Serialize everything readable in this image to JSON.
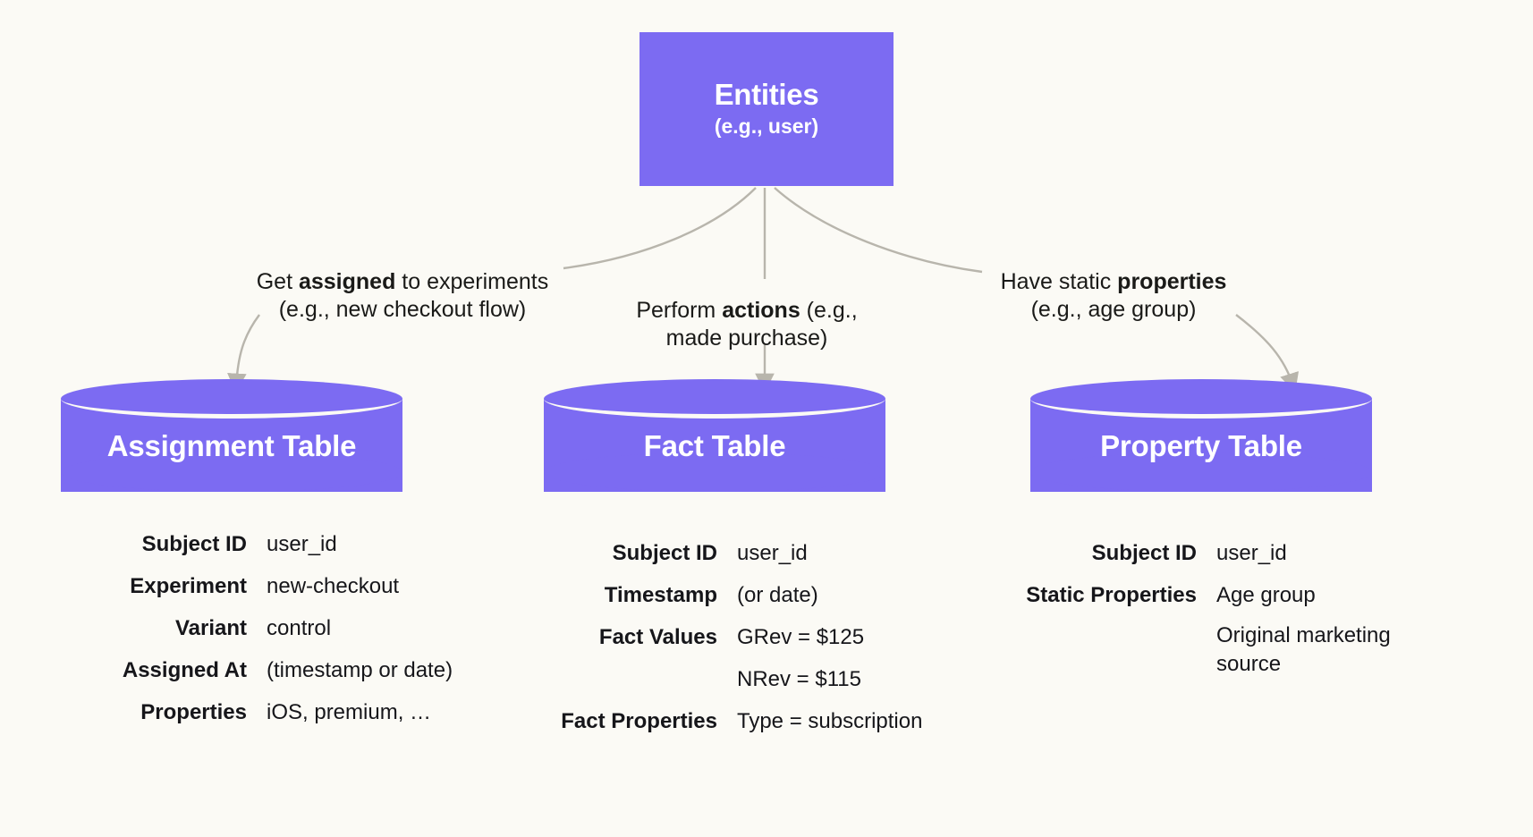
{
  "diagram": {
    "background_color": "#FBFAF5",
    "accent_color": "#7C6BF2",
    "text_color": "#16161A",
    "connector_color": "#B8B5AC",
    "entity": {
      "title": "Entities",
      "subtitle": "(e.g., user)"
    },
    "edges": [
      {
        "name": "assignment",
        "line1_prefix": "Get ",
        "line1_bold": "assigned",
        "line1_suffix": " to experiments",
        "line2": "(e.g., new checkout flow)"
      },
      {
        "name": "action",
        "line1_prefix": "Perform ",
        "line1_bold": "actions",
        "line1_suffix": " (e.g.,",
        "line2": "made purchase)"
      },
      {
        "name": "property",
        "line1_prefix": "Have static ",
        "line1_bold": "properties",
        "line1_suffix": "",
        "line2": "(e.g., age group)"
      }
    ],
    "tables": [
      {
        "name": "assignment-table",
        "title": "Assignment Table",
        "fields": [
          {
            "key": "Subject ID",
            "value": "user_id"
          },
          {
            "key": "Experiment",
            "value": "new-checkout"
          },
          {
            "key": "Variant",
            "value": "control"
          },
          {
            "key": "Assigned At",
            "value": "(timestamp or date)"
          },
          {
            "key": "Properties",
            "value": "iOS, premium, …"
          }
        ]
      },
      {
        "name": "fact-table",
        "title": "Fact Table",
        "fields": [
          {
            "key": "Subject ID",
            "value": "user_id"
          },
          {
            "key": "Timestamp",
            "value": "(or date)"
          },
          {
            "key": "Fact Values",
            "value": "GRev = $125"
          },
          {
            "key": "",
            "value": "NRev = $115"
          },
          {
            "key": "Fact Properties",
            "value": "Type = subscription"
          }
        ]
      },
      {
        "name": "property-table",
        "title": "Property Table",
        "fields": [
          {
            "key": "Subject ID",
            "value": "user_id"
          },
          {
            "key": "Static Properties",
            "value": "Age group"
          },
          {
            "key": "",
            "value": "Original marketing source"
          }
        ]
      }
    ]
  }
}
